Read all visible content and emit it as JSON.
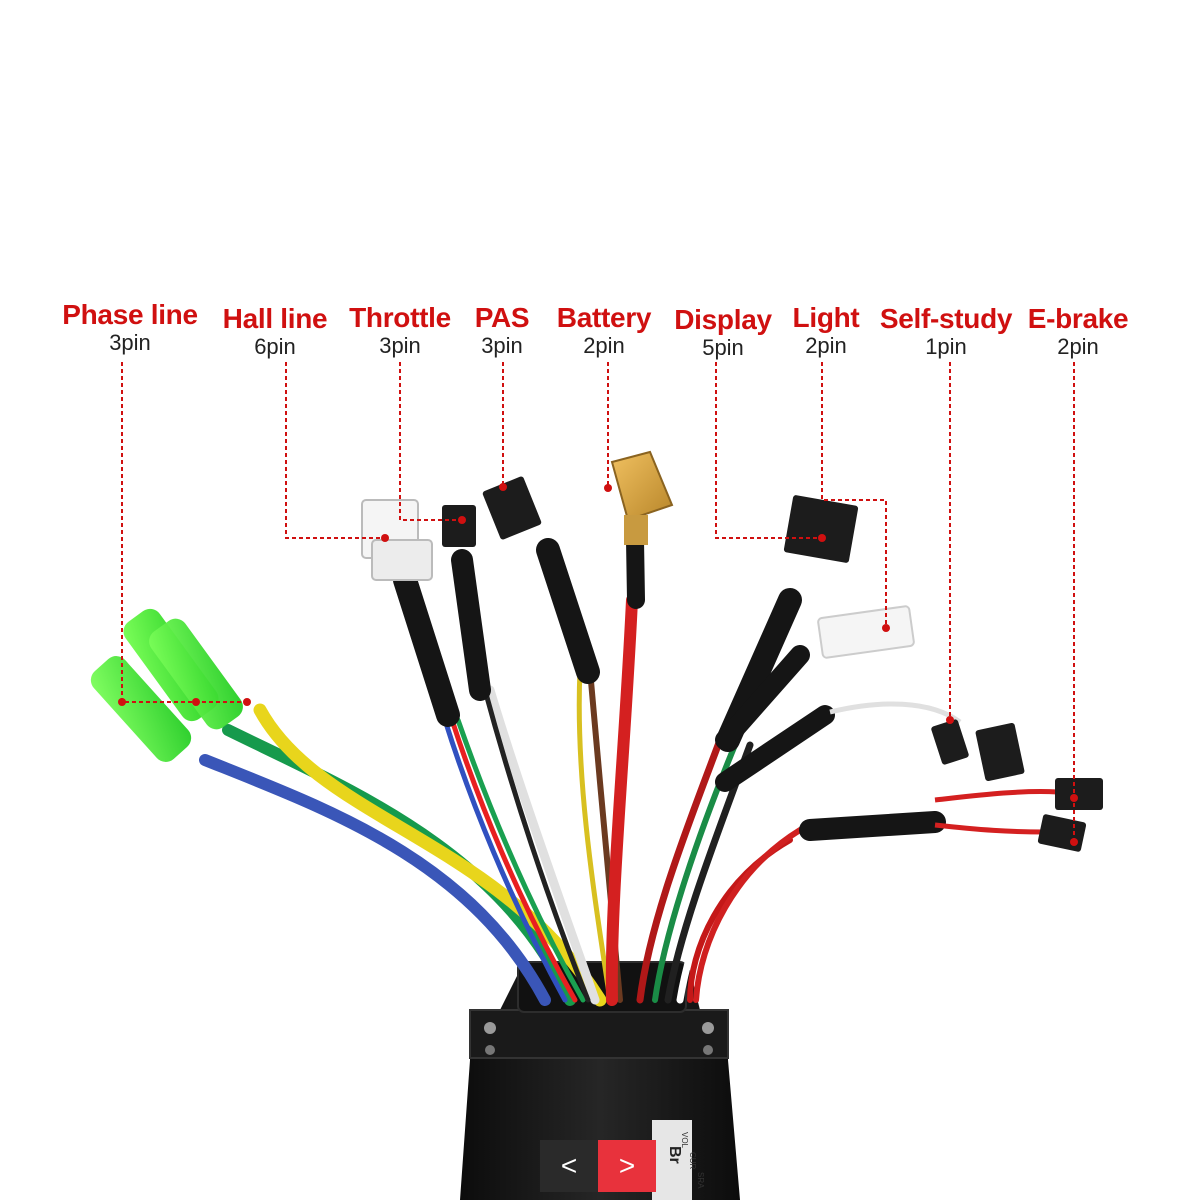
{
  "colors": {
    "label": "#d01010",
    "pin_text": "#222222",
    "leader": "#d01010",
    "housing": "#141414",
    "nav_prev_bg": "#2a2a2a",
    "nav_next_bg": "#e8323c"
  },
  "labels": [
    {
      "id": "phase-line",
      "name": "Phase line",
      "pins": "3pin"
    },
    {
      "id": "hall-line",
      "name": "Hall line",
      "pins": "6pin"
    },
    {
      "id": "throttle",
      "name": "Throttle",
      "pins": "3pin"
    },
    {
      "id": "pas",
      "name": "PAS",
      "pins": "3pin"
    },
    {
      "id": "battery",
      "name": "Battery",
      "pins": "2pin"
    },
    {
      "id": "display",
      "name": "Display",
      "pins": "5pin"
    },
    {
      "id": "light",
      "name": "Light",
      "pins": "2pin"
    },
    {
      "id": "self-study",
      "name": "Self-study",
      "pins": "1pin"
    },
    {
      "id": "e-brake",
      "name": "E-brake",
      "pins": "2pin"
    }
  ],
  "controller": {
    "label_text": "Br",
    "spec_lines": [
      "VOL",
      "CUR",
      "SRA"
    ]
  },
  "gallery": {
    "prev_icon": "chevron-left-icon",
    "prev_glyph": "<",
    "next_icon": "chevron-right-icon",
    "next_glyph": ">"
  }
}
